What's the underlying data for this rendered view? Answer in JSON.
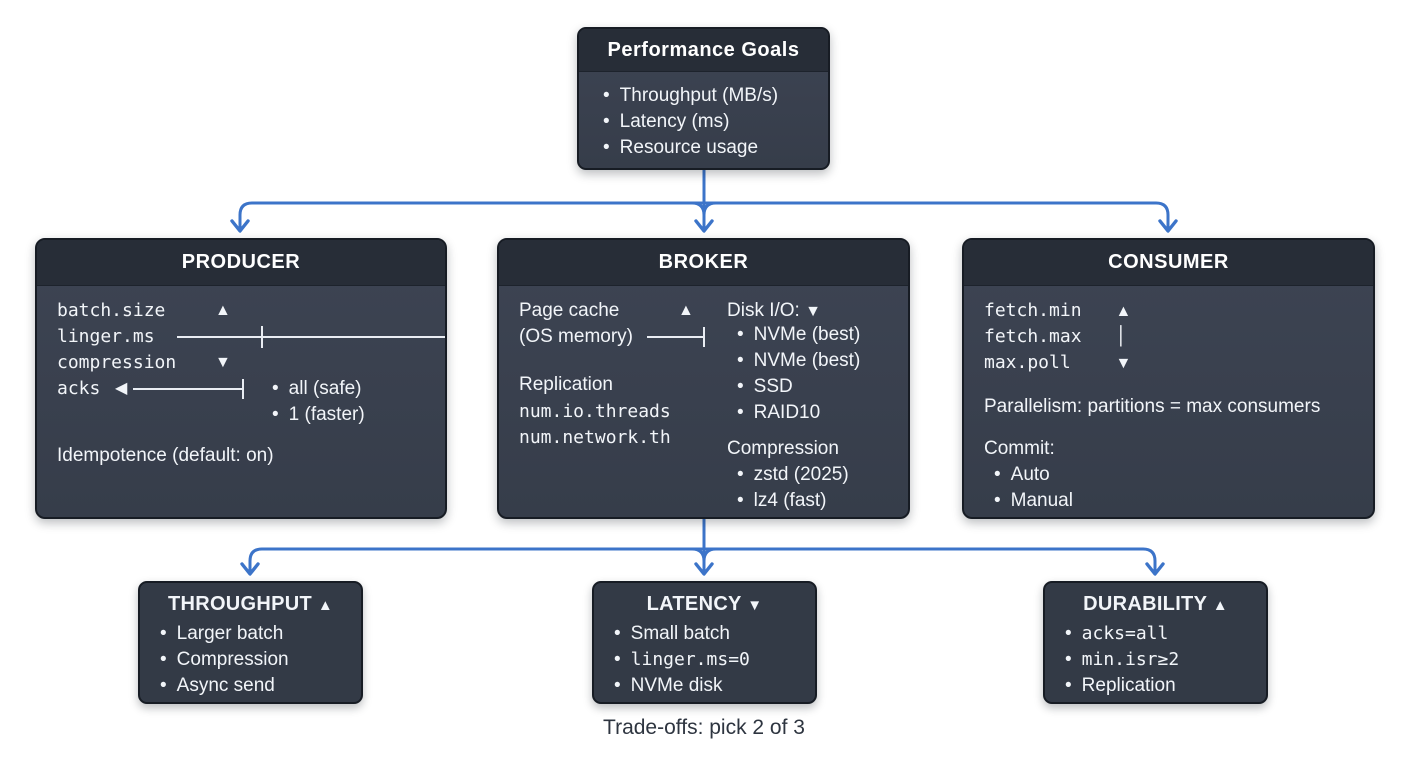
{
  "colors": {
    "bg": "#ffffff",
    "box_body": "#3a4150",
    "box_header": "#272d37",
    "box_border": "#171c24",
    "text_light": "#f2f5f9",
    "arrow_blue": "#3c74c9",
    "line_white": "#e9edf3",
    "small_box": "#333a46",
    "footer_text": "#2e3540"
  },
  "goals": {
    "title": "Performance Goals",
    "items": [
      "Throughput (MB/s)",
      "Latency (ms)",
      "Resource usage"
    ]
  },
  "producer": {
    "title": "PRODUCER",
    "batch_label": "batch.size",
    "batch_glyph": "▲",
    "linger_label": "linger.ms",
    "compression_label": "compression",
    "compression_glyph": "▼",
    "acks_label": "acks",
    "acks_glyph": "◀",
    "acks_options": [
      "all (safe)",
      "1 (faster)"
    ],
    "note": "Idempotence (default: on)"
  },
  "broker": {
    "title": "BROKER",
    "page_cache_label": "Page cache",
    "page_cache_glyph": "▲",
    "os_memory_label": "(OS memory)",
    "replication_label": "Replication",
    "threads": [
      "num.io.threads",
      "num.network.th"
    ],
    "disk_label": "Disk I/O:",
    "disk_glyph": "▼",
    "disk_items": [
      "NVMe (best)",
      "NVMe (best)",
      "SSD",
      "RAID10"
    ],
    "compression_label": "Compression",
    "compression_items": [
      "zstd (2025)",
      "lz4 (fast)"
    ]
  },
  "consumer": {
    "title": "CONSUMER",
    "fetch_min_label": "fetch.min",
    "fetch_min_glyph": "▲",
    "fetch_max_label": "fetch.max",
    "fetch_max_glyph": "│",
    "max_poll_label": "max.poll",
    "max_poll_glyph": "▼",
    "parallelism": "Parallelism: partitions = max consumers",
    "commit_label": "Commit:",
    "commit_items": [
      "Auto",
      "Manual"
    ]
  },
  "outcomes": {
    "throughput": {
      "title": "THROUGHPUT",
      "glyph": "▲",
      "items": [
        "Larger batch",
        "Compression",
        "Async send"
      ]
    },
    "latency": {
      "title": "LATENCY",
      "glyph": "▼",
      "items": [
        "Small batch",
        "linger.ms=0",
        "NVMe disk"
      ]
    },
    "durability": {
      "title": "DURABILITY",
      "glyph": "▲",
      "items": [
        "acks=all",
        "min.isr≥2",
        "Replication"
      ]
    }
  },
  "footer": "Trade-offs: pick 2 of 3"
}
